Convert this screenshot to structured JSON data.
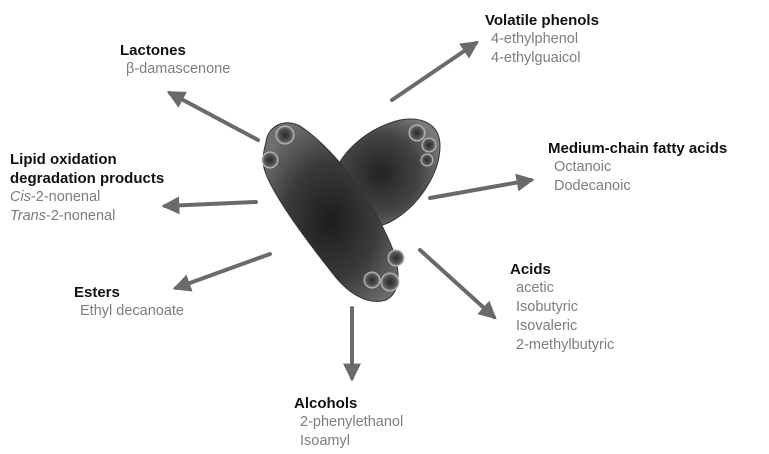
{
  "center_label": "",
  "colors": {
    "category": "#111111",
    "compound": "#7d7d7d",
    "arrow": "#6a6a6a",
    "cell": "#4a4a4a"
  },
  "groups": [
    {
      "id": "volatile_phenols",
      "title": "Volatile phenols",
      "items": [
        "4-ethylphenol",
        "4-ethylguaicol"
      ]
    },
    {
      "id": "lactones",
      "title": "Lactones",
      "items": [
        "β-damascenone"
      ]
    },
    {
      "id": "medium_chain",
      "title": "Medium-chain fatty acids",
      "items": [
        "Octanoic",
        "Dodecanoic"
      ]
    },
    {
      "id": "lipid",
      "title_lines": [
        "Lipid oxidation",
        "degradation products"
      ],
      "items": [
        {
          "prefix": "Cis",
          "rest": "-2-nonenal"
        },
        {
          "prefix": "Trans",
          "rest": "-2-nonenal"
        }
      ]
    },
    {
      "id": "esters",
      "title": "Esters",
      "items": [
        "Ethyl decanoate"
      ]
    },
    {
      "id": "acids",
      "title": "Acids",
      "items": [
        "acetic",
        "Isobutyric",
        "Isovaleric",
        "2-methylbutyric"
      ]
    },
    {
      "id": "alcohols",
      "title": "Alcohols",
      "items": [
        "2-phenylethanol",
        "Isoamyl"
      ]
    }
  ]
}
